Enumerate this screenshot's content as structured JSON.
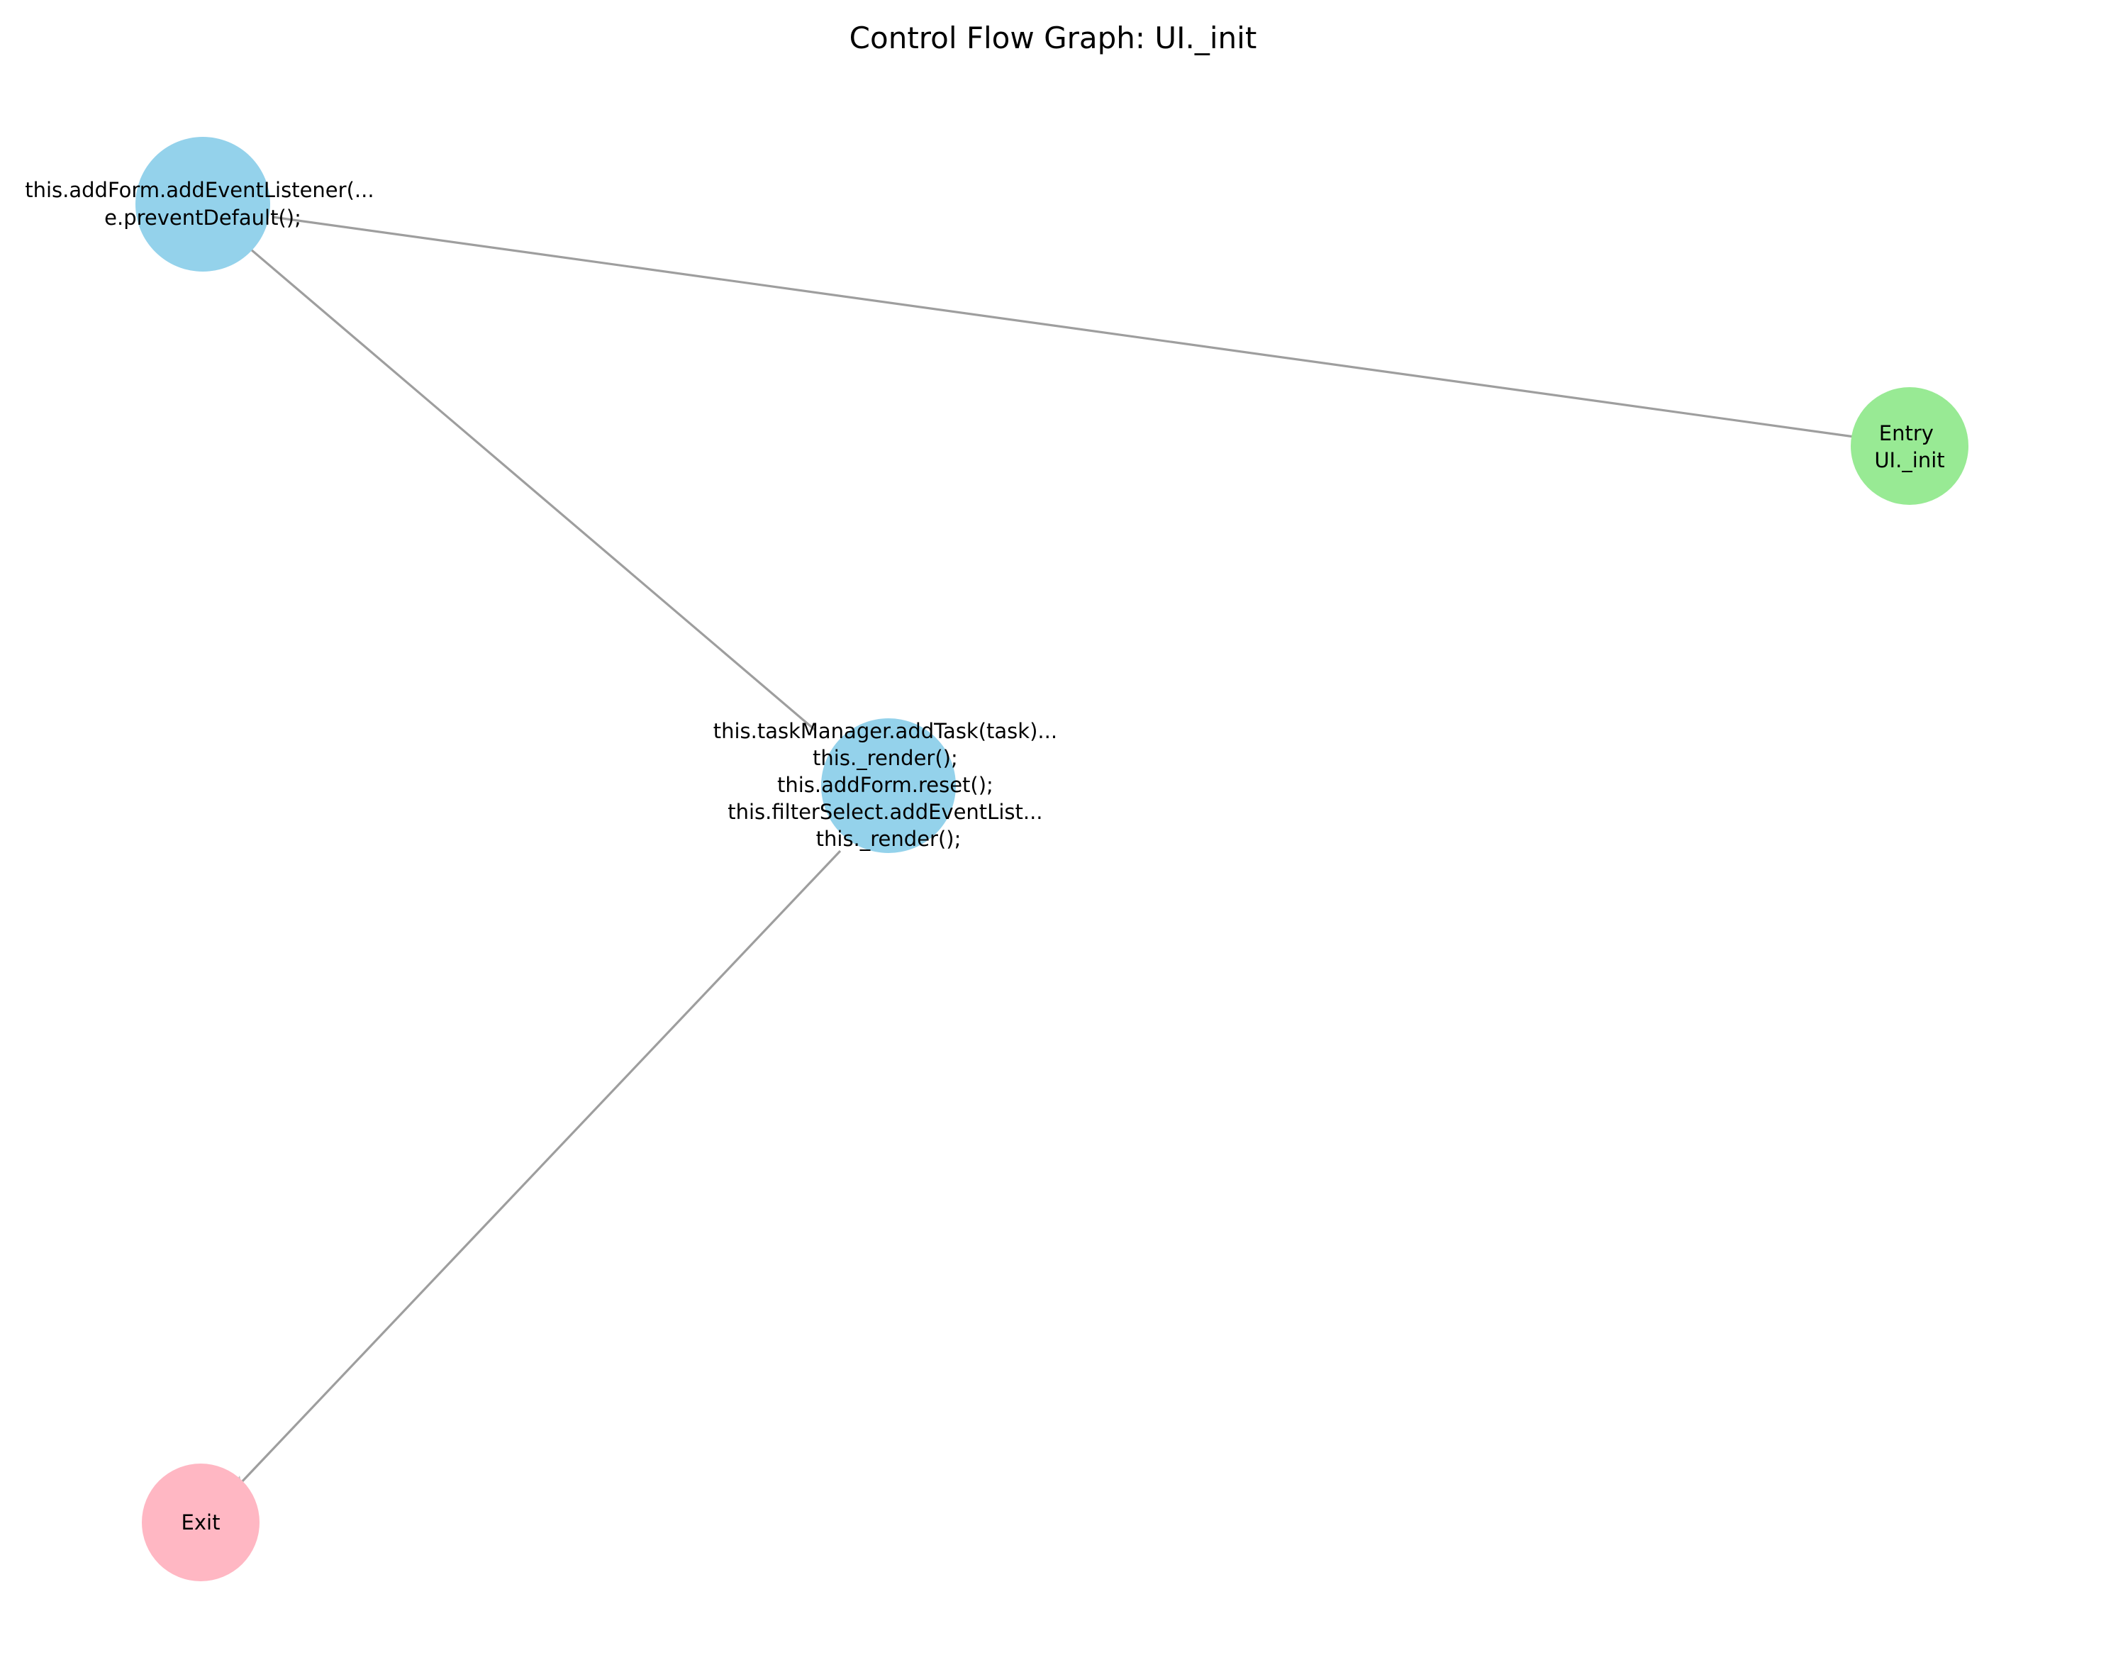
{
  "title": "Control Flow Graph: UI._init",
  "colors": {
    "entry": "#98ea94",
    "block": "#94d2eb",
    "exit": "#ffb7c3",
    "edge": "#9e9e9e"
  },
  "nodes": {
    "block1": {
      "lines": [
        "this.addForm.addEventListener(...",
        "e.preventDefault();"
      ]
    },
    "entry": {
      "lines": [
        "Entry",
        "UI._init"
      ]
    },
    "block2": {
      "lines": [
        "this.taskManager.addTask(task)...",
        "this._render();",
        "this.addForm.reset();",
        "this.filterSelect.addEventList...",
        "this._render();"
      ]
    },
    "exit": {
      "lines": [
        "Exit"
      ]
    }
  }
}
